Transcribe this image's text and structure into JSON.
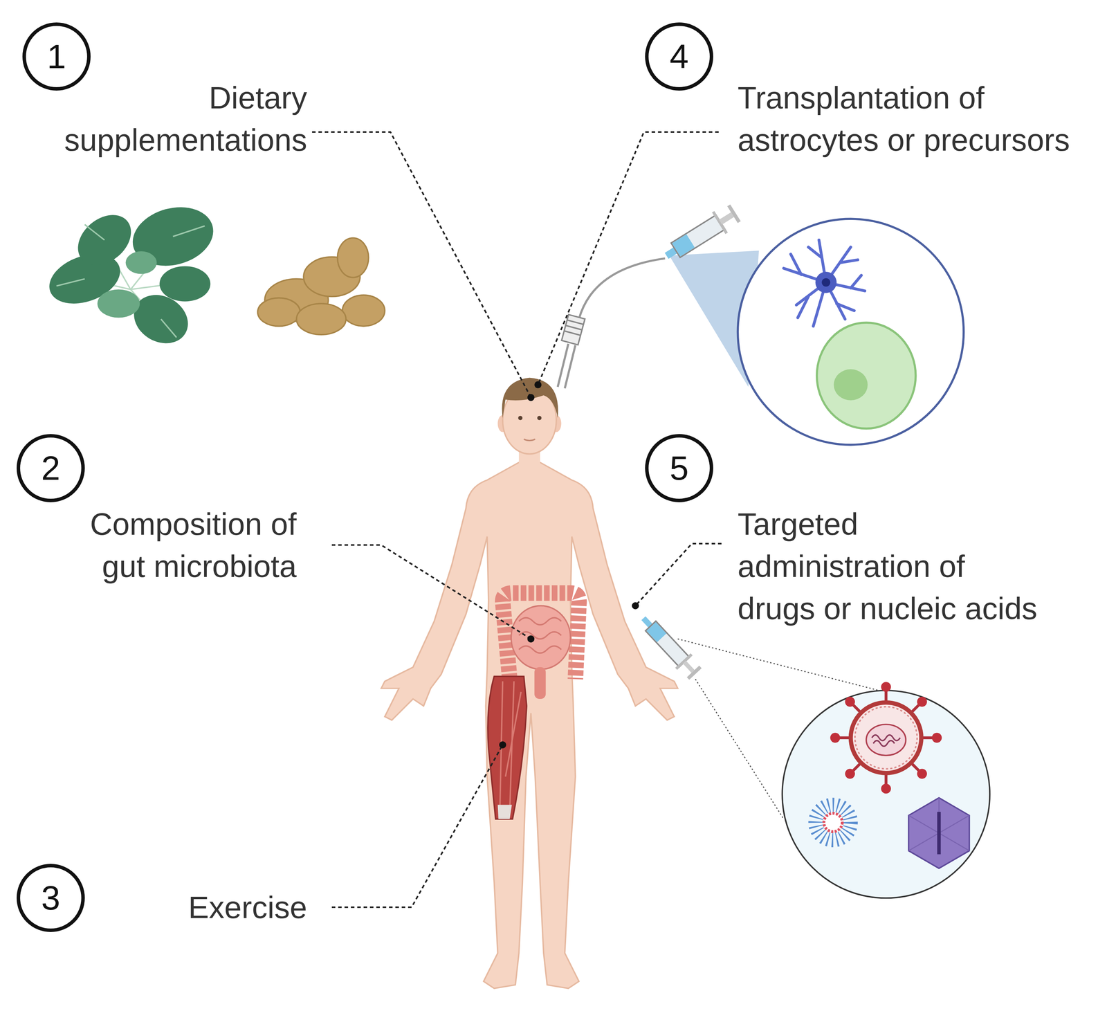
{
  "diagram": {
    "nodes": [
      {
        "text": [
          "1"
        ]
      },
      {
        "text": [
          "2"
        ]
      },
      {
        "text": [
          "3"
        ]
      },
      {
        "text": [
          "4"
        ]
      },
      {
        "text": [
          "5"
        ]
      }
    ],
    "labels": [
      "Dietary supplementations",
      "Composition of gut microbiota",
      "Exercise",
      "Transplantation of astrocytes or precursors",
      "Targeted administration of drugs or nucleic acids"
    ]
  }
}
